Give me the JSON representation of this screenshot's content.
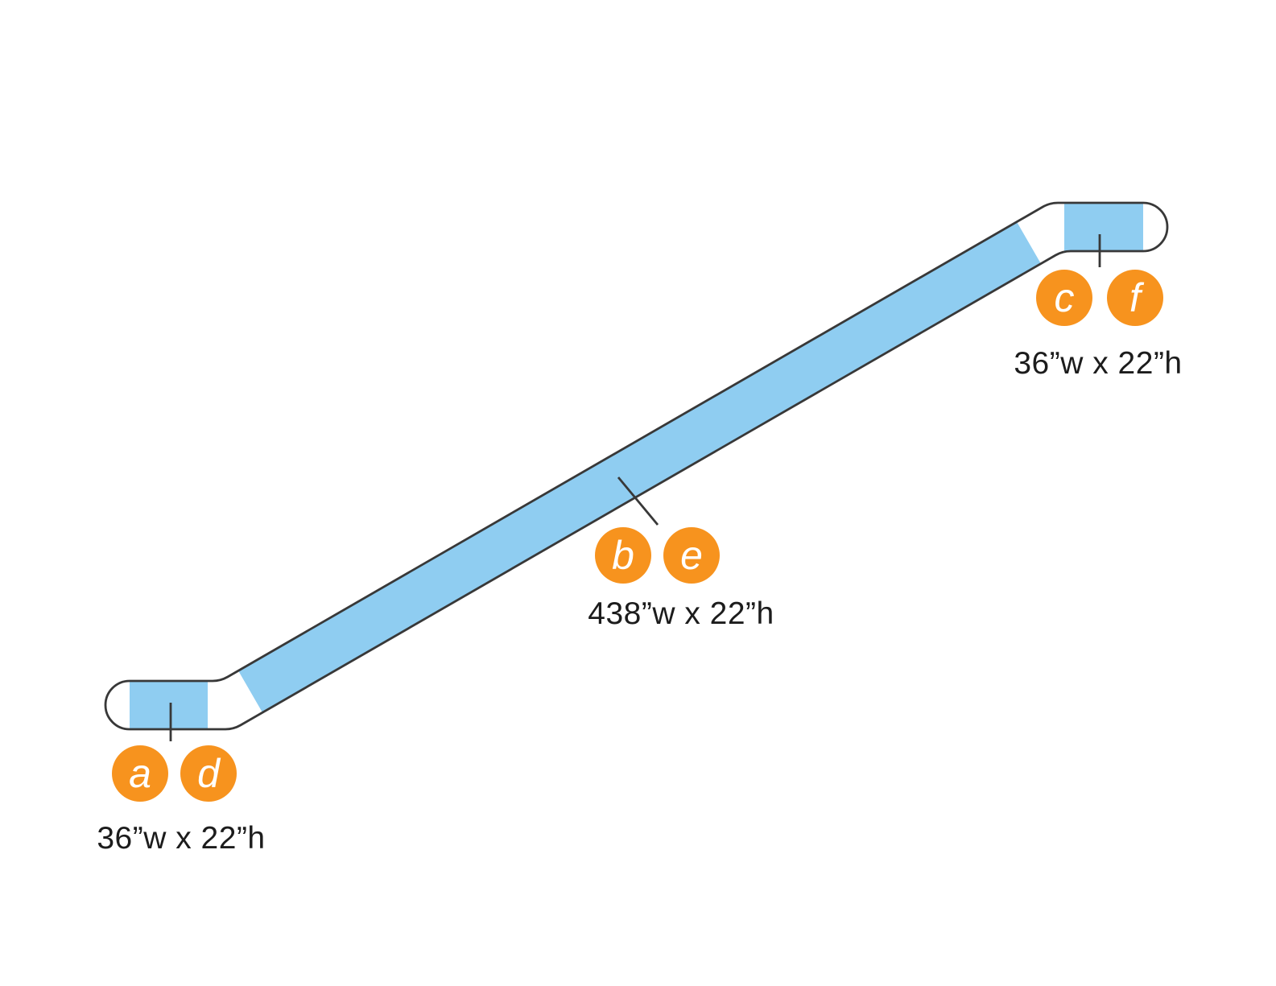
{
  "diagram": {
    "type": "escalator-handrail-dimension-diagram",
    "colors": {
      "segment_fill": "#8FCDF1",
      "badge_fill": "#F7931E",
      "badge_text": "#FFFFFF",
      "outline": "#383838",
      "leader": "#383838",
      "label_text": "#1C1C1C"
    },
    "sections": {
      "bottom_landing": {
        "badges": [
          "a",
          "d"
        ],
        "dimension": "36”w x 22”h"
      },
      "incline": {
        "badges": [
          "b",
          "e"
        ],
        "dimension": "438”w x 22”h"
      },
      "top_landing": {
        "badges": [
          "c",
          "f"
        ],
        "dimension": "36”w x 22”h"
      }
    }
  }
}
